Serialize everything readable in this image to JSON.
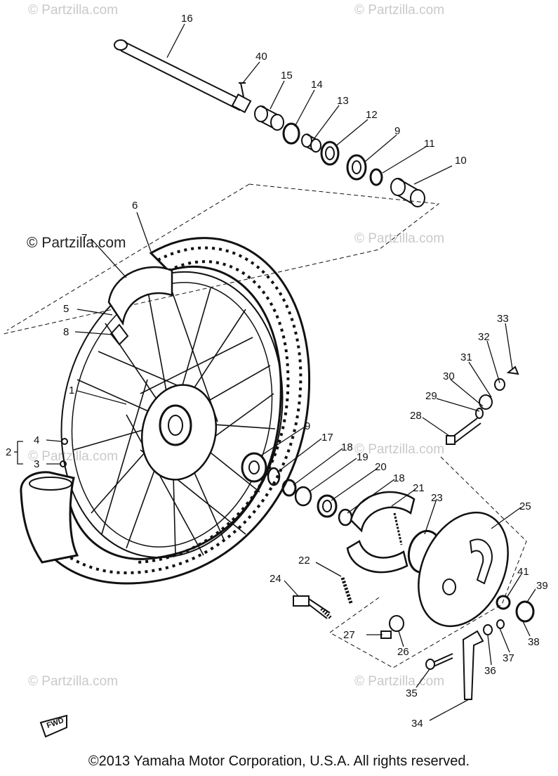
{
  "watermarks": [
    "© Partzilla.com",
    "© Partzilla.com",
    "© Partzilla.com",
    "© Partzilla.com",
    "© Partzilla.com",
    "© Partzilla.com",
    "© Partzilla.com",
    "© Partzilla.com"
  ],
  "watermark_dark": "© Partzilla.com",
  "fwd_label": "FWD",
  "part_labels": [
    "16",
    "40",
    "15",
    "14",
    "13",
    "12",
    "9",
    "11",
    "10",
    "6",
    "7",
    "5",
    "8",
    "1",
    "2",
    "4",
    "3",
    "9",
    "17",
    "18",
    "19",
    "20",
    "18",
    "21",
    "23",
    "25",
    "33",
    "32",
    "31",
    "30",
    "29",
    "28",
    "22",
    "24",
    "27",
    "26",
    "41",
    "39",
    "38",
    "37",
    "36",
    "35",
    "34"
  ],
  "copyright": "©2013  Yamaha Motor Corporation, U.S.A. All rights reserved."
}
